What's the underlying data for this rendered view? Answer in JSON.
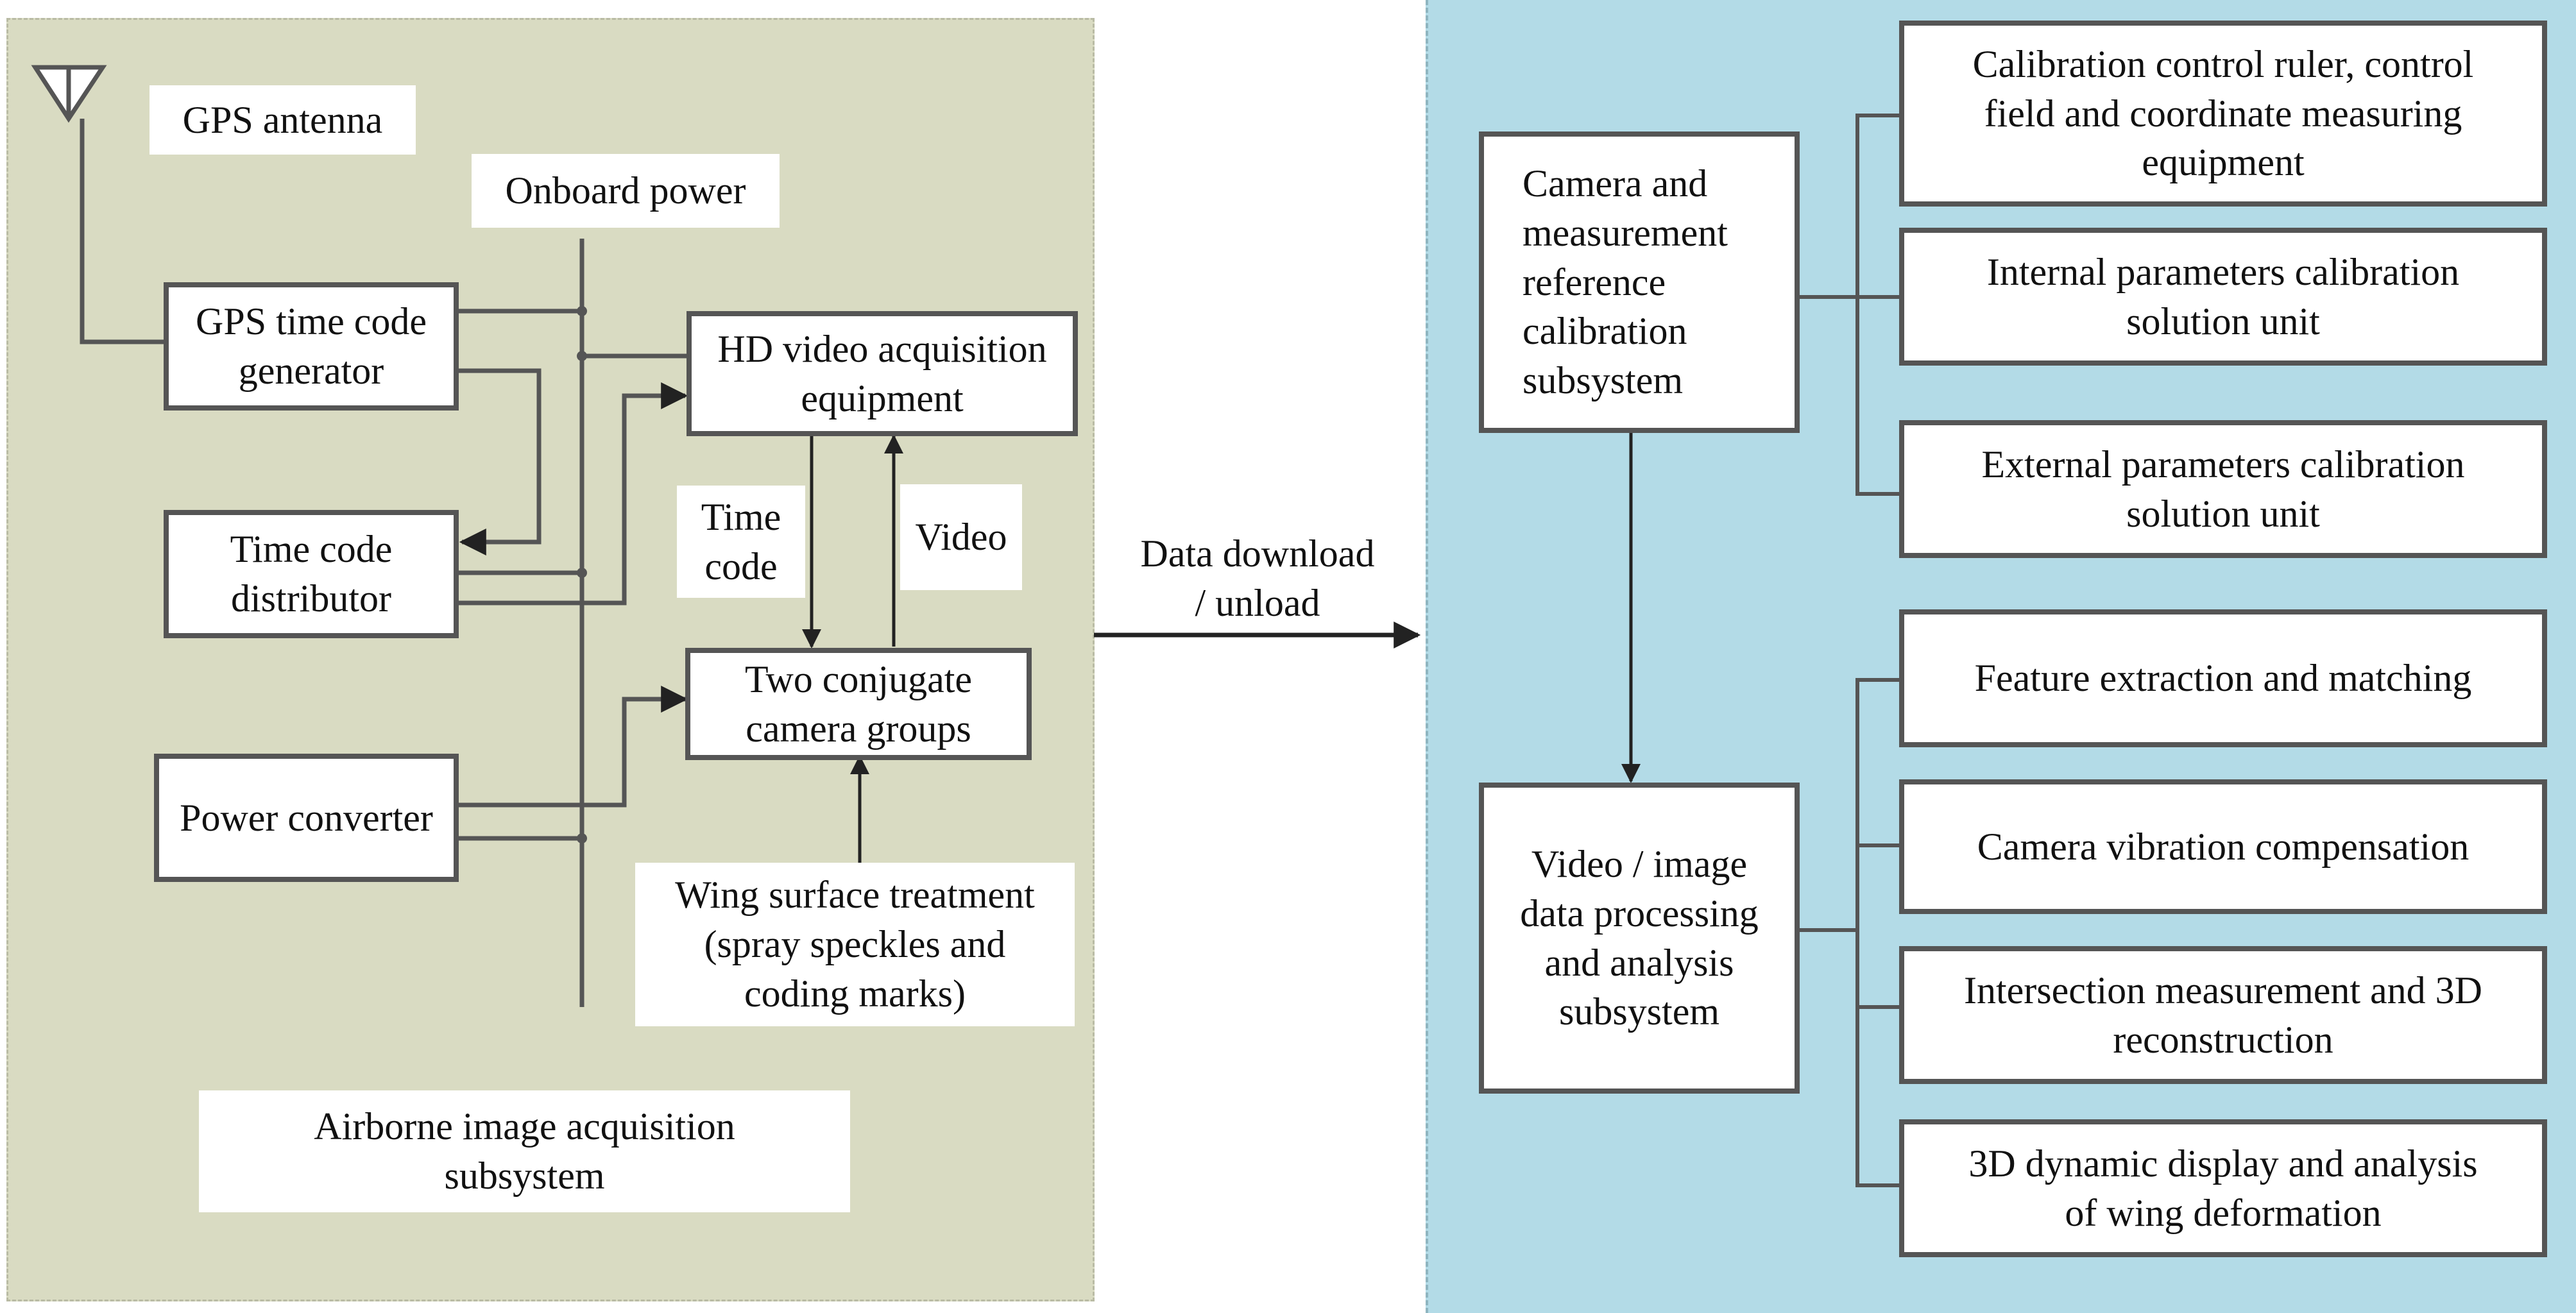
{
  "left_subsystem": {
    "title": "Airborne image acquisition\nsubsystem",
    "background_color": "#d9dbc2",
    "labels": {
      "gps_antenna": "GPS antenna",
      "onboard_power": "Onboard power",
      "time_code_edge": "Time\ncode",
      "video_edge": "Video"
    },
    "boxes": {
      "gps_time_code_generator": "GPS time code\ngenerator",
      "time_code_distributor": "Time code\ndistributor",
      "power_converter": "Power converter",
      "hd_video_acquisition": "HD video acquisition\nequipment",
      "two_conjugate_camera_groups": "Two conjugate\ncamera groups",
      "wing_surface_treatment": "Wing surface treatment\n(spray speckles and\ncoding marks)"
    }
  },
  "transfer": {
    "label": "Data download\n/ unload"
  },
  "right_subsystem": {
    "background_color": "#b3dbe7",
    "calibration_subsystem": {
      "title": "Camera and\nmeasurement\nreference\ncalibration\nsubsystem",
      "units": [
        "Calibration control ruler, control\nfield and coordinate measuring\nequipment",
        "Internal parameters calibration\nsolution unit",
        "External parameters calibration\nsolution unit"
      ]
    },
    "processing_subsystem": {
      "title": "Video / image\ndata processing\nand analysis\nsubsystem",
      "units": [
        "Feature extraction and matching",
        "Camera vibration compensation",
        "Intersection measurement and 3D\nreconstruction",
        "3D dynamic display and analysis\nof wing deformation"
      ]
    }
  }
}
